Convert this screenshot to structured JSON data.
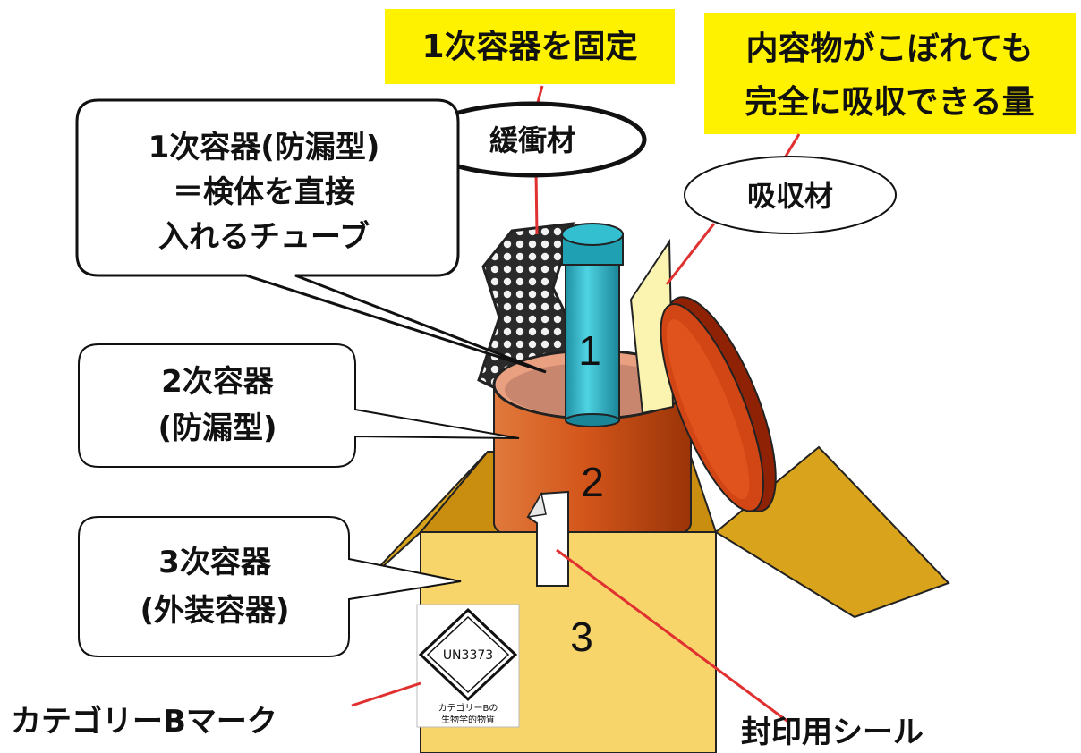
{
  "callouts": {
    "fix_primary": "1次容器を固定",
    "absorb_amount": [
      "内容物がこぼれても",
      "完全に吸収できる量"
    ],
    "cushion": "緩衝材",
    "absorbent": "吸収材",
    "primary": [
      "1次容器(防漏型)",
      "＝検体を直接",
      "入れるチューブ"
    ],
    "secondary": [
      "2次容器",
      "(防漏型)"
    ],
    "tertiary": [
      "3次容器",
      "(外装容器)"
    ],
    "category_b_mark": "カテゴリーBマーク",
    "seal": "封印用シール"
  },
  "container_numbers": {
    "primary": "1",
    "secondary": "2",
    "tertiary": "3"
  },
  "hazard_label": {
    "code": "UN3373",
    "caption": [
      "カテゴリーBの",
      "生物学的物質"
    ]
  },
  "colors": {
    "highlight": "#fff200",
    "box": "#f7d56b",
    "box_flap": "#d9a31c",
    "cylinder": "#d4561b",
    "lid": "#c63a10",
    "tube": "#29b6c9",
    "absorbent_pad": "#fbf3b0",
    "leader_line": "#e03030"
  }
}
